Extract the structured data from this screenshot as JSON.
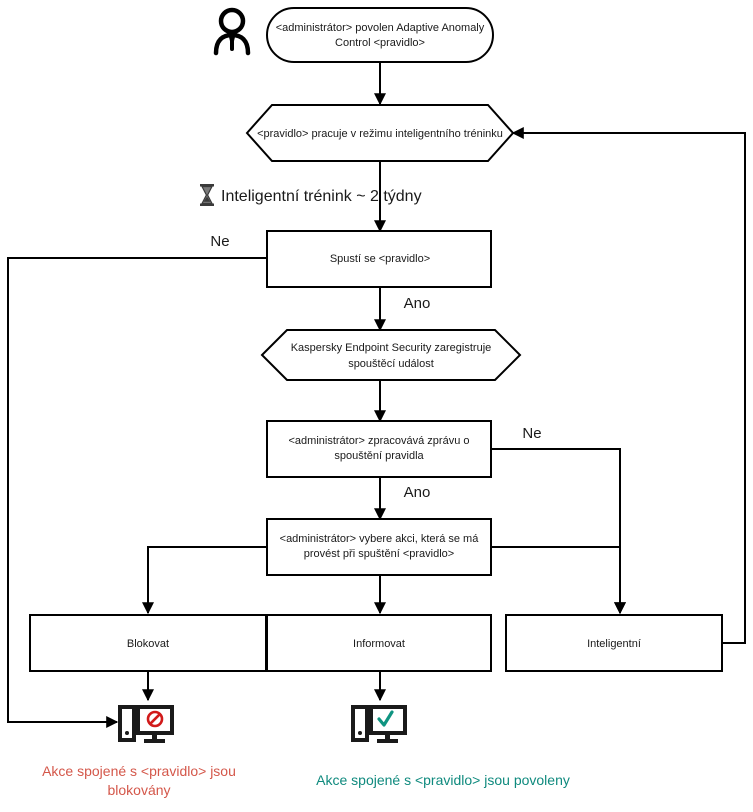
{
  "diagram": {
    "title": "Adaptive Anomaly Control rule flow",
    "actor": {
      "icon": "person-icon",
      "label": ""
    },
    "nodes": {
      "start": {
        "shape": "rounded-rect",
        "line1": "<administrátor> povolen Adaptive Anomaly",
        "line2": "Control <pravidlo>"
      },
      "smart_training_mode": {
        "shape": "hexagon",
        "line1": "<pravidlo> pracuje v režimu inteligentního tréninku"
      },
      "rule_triggered": {
        "shape": "rect",
        "line1": "Spustí se <pravidlo>"
      },
      "kes_registers": {
        "shape": "hexagon",
        "line1": "Kaspersky Endpoint Security zaregistruje",
        "line2": "spouštěcí událost"
      },
      "admin_processes": {
        "shape": "rect",
        "line1": "<administrátor> zpracovává zprávu o",
        "line2": "spouštění pravidla"
      },
      "admin_selects": {
        "shape": "rect",
        "line1": "<administrátor> vybere akci, která se má",
        "line2": "provést při spuštění <pravidlo>"
      },
      "action_block": {
        "shape": "rect",
        "line1": "Blokovat"
      },
      "action_inform": {
        "shape": "rect",
        "line1": "Informovat"
      },
      "action_smart": {
        "shape": "rect",
        "line1": "Inteligentní"
      }
    },
    "edge_labels": {
      "no_from_triggered": "Ne",
      "yes_from_triggered": "Ano",
      "no_from_processes": "Ne",
      "yes_from_processes": "Ano"
    },
    "annotations": {
      "training_timer": {
        "icon": "hourglass-icon",
        "text": "Inteligentní trénink ~ 2 týdny"
      }
    },
    "outcomes": [
      {
        "icon": "computer-blocked-icon",
        "line1": "Akce spojené s <pravidlo> jsou",
        "line2": "blokovány",
        "color": "#d4574a"
      },
      {
        "icon": "computer-allowed-icon",
        "line1": "Akce spojené s <pravidlo> jsou povoleny",
        "line2": "",
        "color": "#0f8a7e"
      }
    ],
    "colors": {
      "stroke": "#000000",
      "text": "#1a1a1a",
      "blocked": "#d4574a",
      "allowed": "#0f8a7e",
      "background": "#ffffff"
    }
  }
}
